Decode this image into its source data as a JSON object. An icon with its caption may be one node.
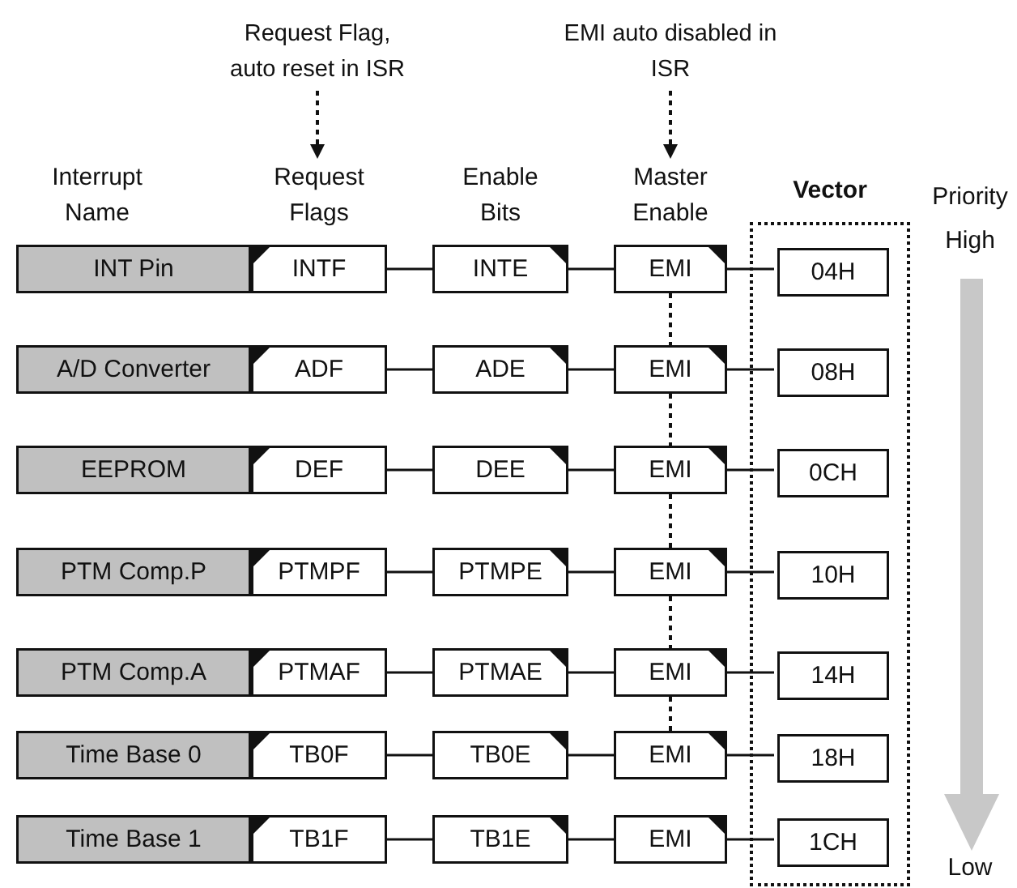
{
  "diagram": {
    "nodes": [
      {
        "text": [
          "Request Flag, auto reset in ISR"
        ]
      },
      {
        "text": [
          "EMI auto disabled in ISR"
        ]
      },
      {
        "text": [
          "Request Flags"
        ]
      },
      {
        "text": [
          "Master Enable"
        ]
      },
      {
        "text": [
          "Vector"
        ]
      },
      {
        "text": [
          "INT Pin"
        ]
      },
      {
        "text": [
          "INTF"
        ]
      },
      {
        "text": [
          "INTE"
        ]
      },
      {
        "text": [
          "EMI"
        ]
      },
      {
        "text": [
          "04H"
        ],
        "in": 4
      },
      {
        "text": [
          "A/D Converter"
        ]
      },
      {
        "text": [
          "ADF"
        ]
      },
      {
        "text": [
          "ADE"
        ]
      },
      {
        "text": [
          "EMI"
        ]
      },
      {
        "text": [
          "08H"
        ],
        "in": 4
      },
      {
        "text": [
          "EEPROM"
        ]
      },
      {
        "text": [
          "DEF"
        ]
      },
      {
        "text": [
          "DEE"
        ]
      },
      {
        "text": [
          "EMI"
        ]
      },
      {
        "text": [
          "0CH"
        ],
        "in": 4
      },
      {
        "text": [
          "PTM Comp.P"
        ]
      },
      {
        "text": [
          "PTMPF"
        ]
      },
      {
        "text": [
          "PTMPE"
        ]
      },
      {
        "text": [
          "EMI"
        ]
      },
      {
        "text": [
          "10H"
        ],
        "in": 4
      },
      {
        "text": [
          "PTM Comp.A"
        ]
      },
      {
        "text": [
          "PTMAF"
        ]
      },
      {
        "text": [
          "PTMAE"
        ]
      },
      {
        "text": [
          "EMI"
        ]
      },
      {
        "text": [
          "14H"
        ],
        "in": 4
      },
      {
        "text": [
          "Time Base 0"
        ]
      },
      {
        "text": [
          "TB0F"
        ]
      },
      {
        "text": [
          "TB0E"
        ]
      },
      {
        "text": [
          "EMI"
        ]
      },
      {
        "text": [
          "18H"
        ],
        "in": 4
      },
      {
        "text": [
          "Time Base 1"
        ]
      },
      {
        "text": [
          "TB1F"
        ]
      },
      {
        "text": [
          "TB1E"
        ]
      },
      {
        "text": [
          "EMI"
        ]
      },
      {
        "text": [
          "1CH"
        ],
        "in": 4
      }
    ],
    "edges": [
      {
        "from": 0,
        "to": 2,
        "arrow": "to",
        "style": "dashed"
      },
      {
        "from": 1,
        "to": 3,
        "arrow": "to",
        "style": "dashed"
      },
      {
        "from": 6,
        "to": 7,
        "arrow": "none"
      },
      {
        "from": 7,
        "to": 8,
        "arrow": "none"
      },
      {
        "from": 8,
        "to": 9,
        "arrow": "none"
      },
      {
        "from": 11,
        "to": 12,
        "arrow": "none"
      },
      {
        "from": 12,
        "to": 13,
        "arrow": "none"
      },
      {
        "from": 13,
        "to": 14,
        "arrow": "none"
      },
      {
        "from": 16,
        "to": 17,
        "arrow": "none"
      },
      {
        "from": 17,
        "to": 18,
        "arrow": "none"
      },
      {
        "from": 18,
        "to": 19,
        "arrow": "none"
      },
      {
        "from": 21,
        "to": 22,
        "arrow": "none"
      },
      {
        "from": 22,
        "to": 23,
        "arrow": "none"
      },
      {
        "from": 23,
        "to": 24,
        "arrow": "none"
      },
      {
        "from": 26,
        "to": 27,
        "arrow": "none"
      },
      {
        "from": 27,
        "to": 28,
        "arrow": "none"
      },
      {
        "from": 28,
        "to": 29,
        "arrow": "none"
      },
      {
        "from": 31,
        "to": 32,
        "arrow": "none"
      },
      {
        "from": 32,
        "to": 33,
        "arrow": "none"
      },
      {
        "from": 33,
        "to": 34,
        "arrow": "none"
      },
      {
        "from": 36,
        "to": 37,
        "arrow": "none"
      },
      {
        "from": 37,
        "to": 38,
        "arrow": "none"
      },
      {
        "from": 38,
        "to": 39,
        "arrow": "none"
      },
      {
        "from": 8,
        "to": 13,
        "arrow": "none",
        "style": "dashed"
      },
      {
        "from": 13,
        "to": 18,
        "arrow": "none",
        "style": "dashed"
      },
      {
        "from": 18,
        "to": 23,
        "arrow": "none",
        "style": "dashed"
      },
      {
        "from": 23,
        "to": 28,
        "arrow": "none",
        "style": "dashed"
      },
      {
        "from": 28,
        "to": 33,
        "arrow": "none",
        "style": "dashed"
      }
    ],
    "labels": [
      "Interrupt Name",
      "Enable Bits",
      "Priority",
      "High",
      "Low"
    ]
  }
}
